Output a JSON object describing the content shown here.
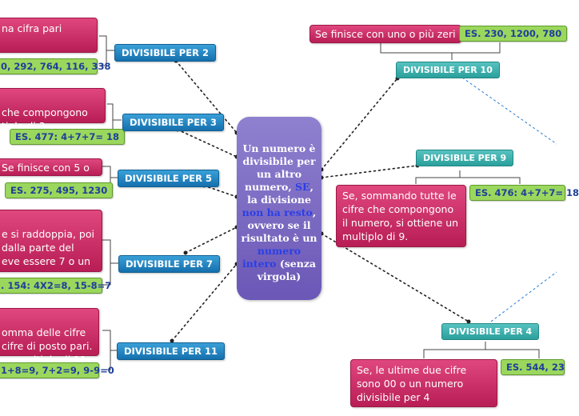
{
  "center": {
    "p1": "Un numero è divisibile per un altro numero, ",
    "se": "SE",
    "p2": ", la divisione ",
    "non_ha_resto": "non ha resto",
    "p3": ", ovvero se il risultato è un ",
    "numero_intero": "numero intero",
    "p4": " (senza virgola)"
  },
  "left": [
    {
      "title": "DIVISIBILE PER 2",
      "rule": "na cifra pari",
      "example": "0, 292, 764, 116, 338"
    },
    {
      "title": "DIVISIBILE PER 3",
      "rule": " che compongono\ntiplo di 3.",
      "example": "ES. 477: 4+7+7= 18"
    },
    {
      "title": "DIVISIBILE PER 5",
      "rule": "Se finisce con 5 o 0",
      "example": "ES. 275, 495, 1230"
    },
    {
      "title": "DIVISIBILE PER 7",
      "rule": "e si raddoppia, poi\ndalla parte del\neve essere 7 o un",
      "example": ". 154: 4X2=8, 15-8=7"
    },
    {
      "title": "DIVISIBILE PER 11",
      "rule": "omma delle cifre\ncifre di posto pari.\nun multiplo di 11.",
      "example": "1+8=9, 7+2=9, 9-9=0"
    }
  ],
  "right": [
    {
      "title": "DIVISIBILE PER 10",
      "rule": "Se finisce con uno o più zeri",
      "example": "ES. 230, 1200, 780"
    },
    {
      "title": "DIVISIBILE PER 9",
      "rule": "Se, sommando tutte le cifre che compongono il numero, si ottiene un multiplo di 9.",
      "example": "ES. 476: 4+7+7= 18"
    },
    {
      "title": "DIVISIBILE PER 4",
      "rule": "Se, le ultime due cifre sono 00 o un numero divisibile per 4",
      "example": "ES. 544, 23"
    }
  ],
  "colors": {
    "pink": "#c72a63",
    "green": "#9bd75d",
    "blue": "#1f86c8",
    "teal": "#3fb3b0",
    "center": "#7b69c2"
  }
}
